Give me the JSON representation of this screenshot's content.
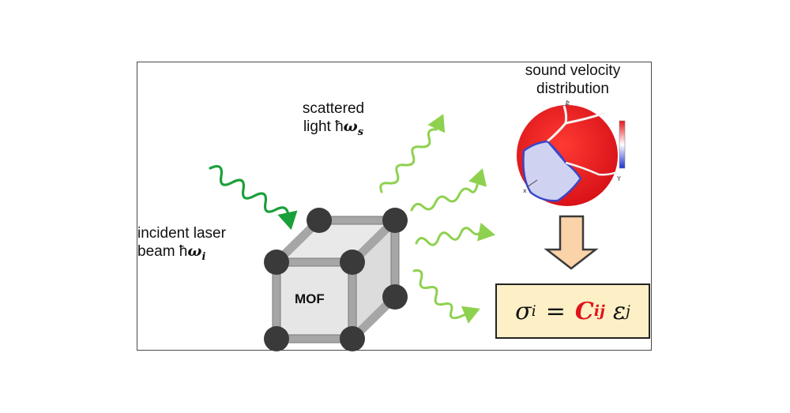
{
  "labels": {
    "sound_line1": "sound velocity",
    "sound_line2": "distribution",
    "scattered_line1": "scattered",
    "scattered_line2": "light ħ",
    "scattered_symbol": "ω",
    "scattered_sub": "s",
    "incident_line1": "incident laser",
    "incident_line2": "beam ħ",
    "incident_symbol": "ω",
    "incident_sub": "i",
    "mof": "MOF"
  },
  "axes": {
    "z": "z",
    "y": "Y",
    "x": "x"
  },
  "equation": {
    "lhs": "σ",
    "lhs_sub": "i",
    "eq": "=",
    "coef": "C",
    "coef_sub": "ij",
    "rhs": "ε",
    "rhs_sub": "j"
  },
  "colors": {
    "incident_wave": "#1aa03a",
    "scattered_wave": "#8ed14f",
    "sphere_red": "#e8141c",
    "sphere_blue": "#c9ccee",
    "node": "#3a3a3a",
    "bar": "#a6a6a6",
    "cube_fill": "#e4e4e4",
    "arrow_fill": "#fad3a8",
    "equation_box": "#fdf0c6",
    "coef": "#e0141a"
  }
}
